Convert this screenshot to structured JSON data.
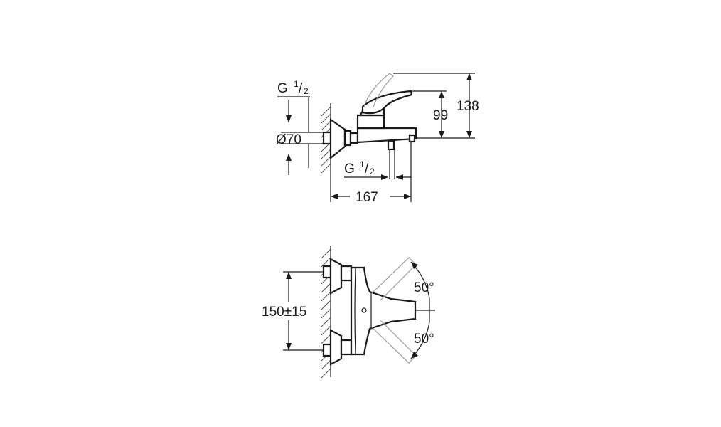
{
  "side_view": {
    "thread_inlet": {
      "base": "G ",
      "num": "1",
      "den": "2"
    },
    "diameter": "Ø70",
    "thread_outlet": {
      "base": "G ",
      "num": "1",
      "den": "2"
    },
    "width": "167",
    "height_lever": "99",
    "height_total": "138"
  },
  "front_view": {
    "spacing": "150±15",
    "angle_up": "50°",
    "angle_down": "50°"
  }
}
